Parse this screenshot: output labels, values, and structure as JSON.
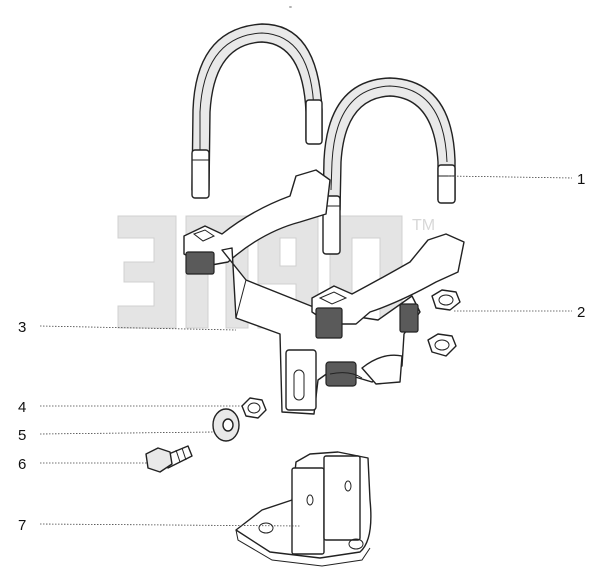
{
  "header": {
    "mark": "="
  },
  "watermark": {
    "tm": "TM",
    "color": "#c8c8c8"
  },
  "callouts": [
    {
      "id": "1",
      "label": "1"
    },
    {
      "id": "2",
      "label": "2"
    },
    {
      "id": "3",
      "label": "3"
    },
    {
      "id": "4",
      "label": "4"
    },
    {
      "id": "5",
      "label": "5"
    },
    {
      "id": "6",
      "label": "6"
    },
    {
      "id": "7",
      "label": "7"
    }
  ]
}
